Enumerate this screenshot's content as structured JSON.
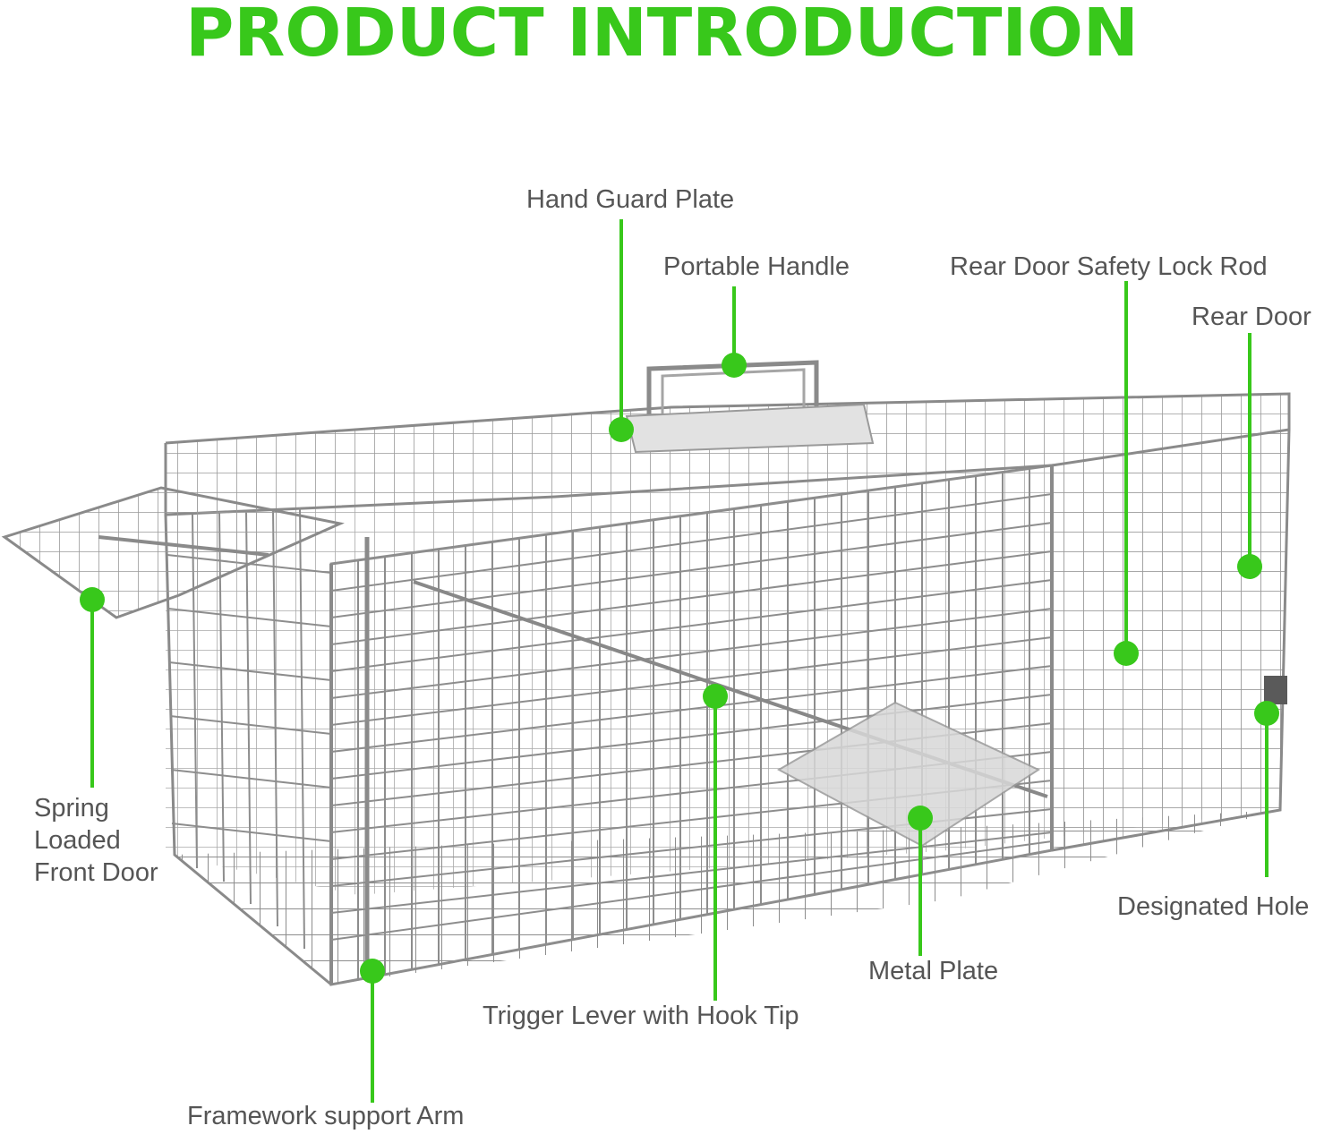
{
  "title": "PRODUCT INTRODUCTION",
  "colors": {
    "accent": "#38C81B",
    "label": "#555555",
    "wire": "#8d8d8d"
  },
  "image": {
    "subject": "cage-trap-icon"
  },
  "callouts": {
    "hand_guard_plate": "Hand Guard Plate",
    "portable_handle": "Portable Handle",
    "rear_door_safety_lock_rod": "Rear Door Safety Lock Rod",
    "rear_door": "Rear Door",
    "spring_loaded_front_door": [
      "Spring",
      "Loaded",
      "Front Door"
    ],
    "designated_hole": "Designated Hole",
    "metal_plate": "Metal Plate",
    "trigger_lever_with_hook_tip": "Trigger Lever with Hook Tip",
    "framework_support_arm": "Framework support Arm"
  }
}
